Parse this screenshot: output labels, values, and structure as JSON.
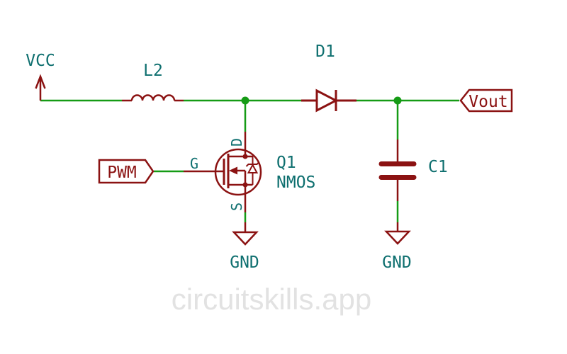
{
  "schematic": {
    "watermark": "circuitskills.app",
    "power_symbols": {
      "vcc": {
        "label": "VCC"
      },
      "gnd_transistor": {
        "label": "GND"
      },
      "gnd_capacitor": {
        "label": "GND"
      }
    },
    "components": {
      "inductor": {
        "ref": "L2"
      },
      "diode": {
        "ref": "D1"
      },
      "transistor": {
        "ref": "Q1",
        "value": "NMOS",
        "pins": {
          "gate": "G",
          "drain": "D",
          "source": "S"
        }
      },
      "capacitor": {
        "ref": "C1"
      }
    },
    "net_labels": {
      "pwm": {
        "label": "PWM"
      },
      "vout": {
        "label": "Vout"
      }
    }
  },
  "colors": {
    "wire": "#159b15",
    "symbol": "#8b1212",
    "label": "#0e6f6f",
    "watermark": "#e2e2e2",
    "background": "#ffffff"
  }
}
